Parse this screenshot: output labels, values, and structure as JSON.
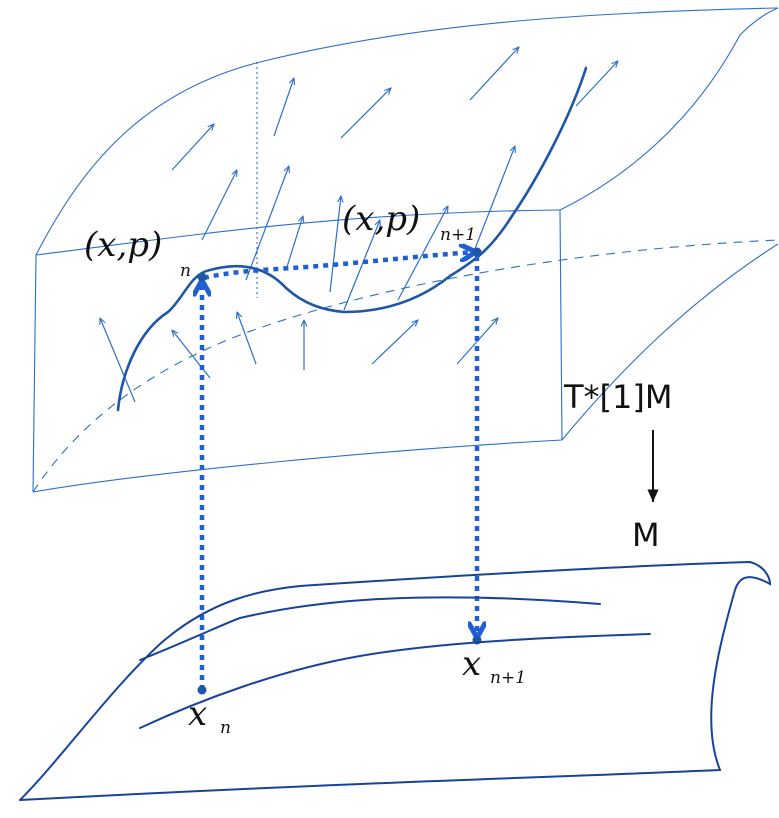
{
  "labels": {
    "point_n": "(x,p)",
    "point_n_sub": "n",
    "point_n1": "(x,p)",
    "point_n1_sub": "n+1",
    "base_n": "x",
    "base_n_sub": "n",
    "base_n1": "x",
    "base_n1_sub": "n+1",
    "bundle": "T*[1]M",
    "base": "M"
  },
  "colors": {
    "ink": "#111111",
    "thin_blue": "#2d6fcc",
    "curve_blue": "#1e56a8",
    "dotted_blue": "#1f5fd3",
    "base_surface": "#17449a"
  },
  "icons": {
    "projection_arrow": "down-arrow-icon",
    "lift_arrow": "up-arrow-icon"
  }
}
